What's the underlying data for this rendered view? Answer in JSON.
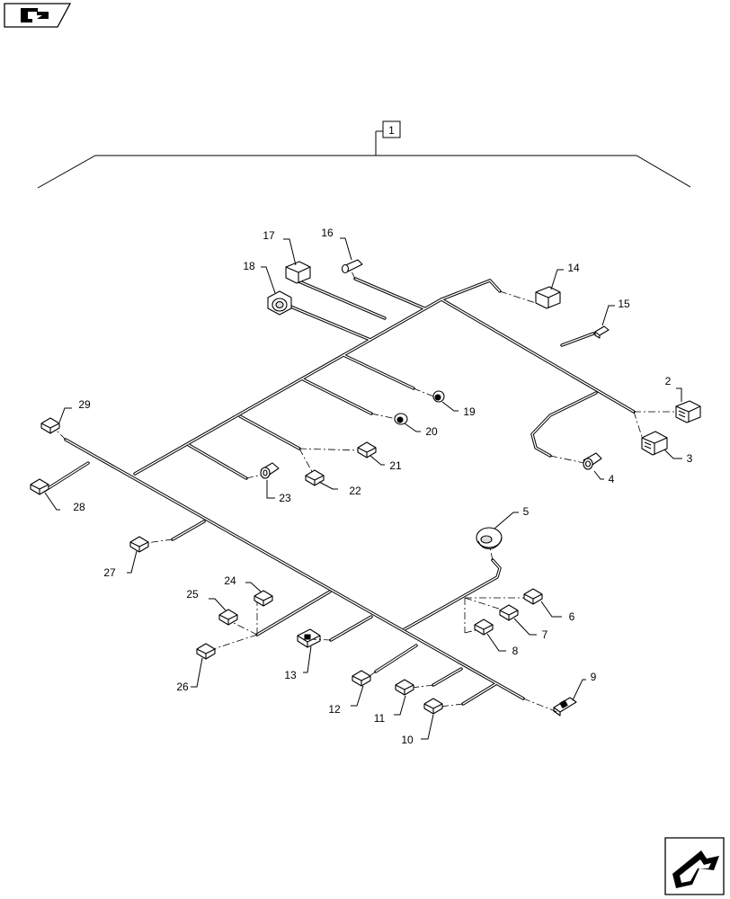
{
  "assembly_callout": "1",
  "nav": {
    "prev_icon": "arrow-back-icon",
    "next_icon": "arrow-forward-icon"
  },
  "callouts": [
    "2",
    "3",
    "4",
    "5",
    "6",
    "7",
    "8",
    "9",
    "10",
    "11",
    "12",
    "13",
    "14",
    "15",
    "16",
    "17",
    "18",
    "19",
    "20",
    "21",
    "22",
    "23",
    "24",
    "25",
    "26",
    "27",
    "28",
    "29"
  ],
  "colors": {
    "line": "#000000",
    "part_fill": "#ffffff"
  }
}
